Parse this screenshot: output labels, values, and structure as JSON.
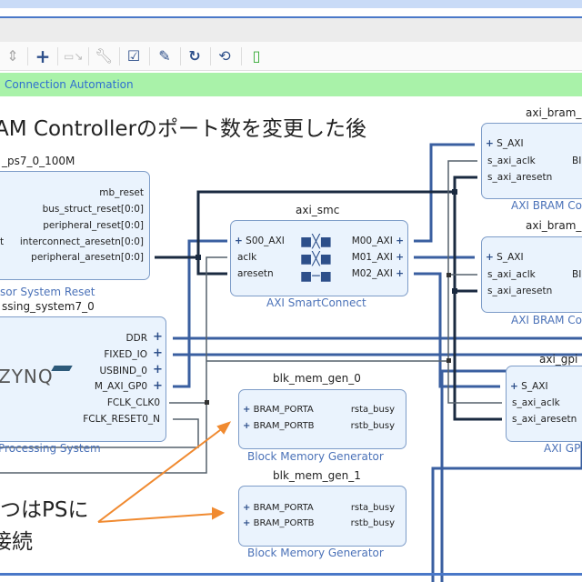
{
  "toolbar": {
    "icons": [
      "updown-icon",
      "add-ip-icon",
      "cut-icon",
      "wrench-icon",
      "validate-icon",
      "pin-icon",
      "refresh-icon",
      "regenerate-icon",
      "ip-icon"
    ]
  },
  "banner": {
    "text": "Connection Automation",
    "color": "#a9f2a9"
  },
  "annotation": {
    "heading": "AM Controllerのポート数を変更した後",
    "note_line1": "つはPSに",
    "note_line2": "接続",
    "arrow_color": "#f08a30"
  },
  "blocks": {
    "rst": {
      "name": "_ps7_0_100M",
      "type": "sor System Reset",
      "left_port": "t",
      "ports": [
        "mb_reset",
        "bus_struct_reset[0:0]",
        "peripheral_reset[0:0]",
        "interconnect_aresetn[0:0]",
        "peripheral_aresetn[0:0]"
      ]
    },
    "ps": {
      "name": "ssing_system7_0",
      "type": "Processing System",
      "logo": "ZYNQ",
      "ports": [
        "DDR",
        "FIXED_IO",
        "USBIND_0",
        "M_AXI_GP0",
        "FCLK_CLK0",
        "FCLK_RESET0_N"
      ]
    },
    "smc": {
      "name": "axi_smc",
      "type": "AXI SmartConnect",
      "in_ports": [
        "S00_AXI",
        "aclk",
        "aresetn"
      ],
      "out_ports": [
        "M00_AXI",
        "M01_AXI",
        "M02_AXI"
      ]
    },
    "bram0": {
      "name": "axi_bram_",
      "type": "AXI BRAM Co",
      "ports": [
        "S_AXI",
        "s_axi_aclk",
        "s_axi_aresetn"
      ],
      "right": "BI"
    },
    "bram1": {
      "name": "axi_bram_",
      "type": "AXI BRAM Co",
      "ports": [
        "S_AXI",
        "s_axi_aclk",
        "s_axi_aresetn"
      ],
      "right": "BI"
    },
    "gpio": {
      "name": "axi_gpi",
      "type": "AXI GP",
      "ports": [
        "S_AXI",
        "s_axi_aclk",
        "s_axi_aresetn"
      ]
    },
    "mem0": {
      "name": "blk_mem_gen_0",
      "type": "Block Memory Generator",
      "in_ports": [
        "BRAM_PORTA",
        "BRAM_PORTB"
      ],
      "out_ports": [
        "rsta_busy",
        "rstb_busy"
      ]
    },
    "mem1": {
      "name": "blk_mem_gen_1",
      "type": "Block Memory Generator",
      "in_ports": [
        "BRAM_PORTA",
        "BRAM_PORTB"
      ],
      "out_ports": [
        "rsta_busy",
        "rstb_busy"
      ]
    }
  }
}
